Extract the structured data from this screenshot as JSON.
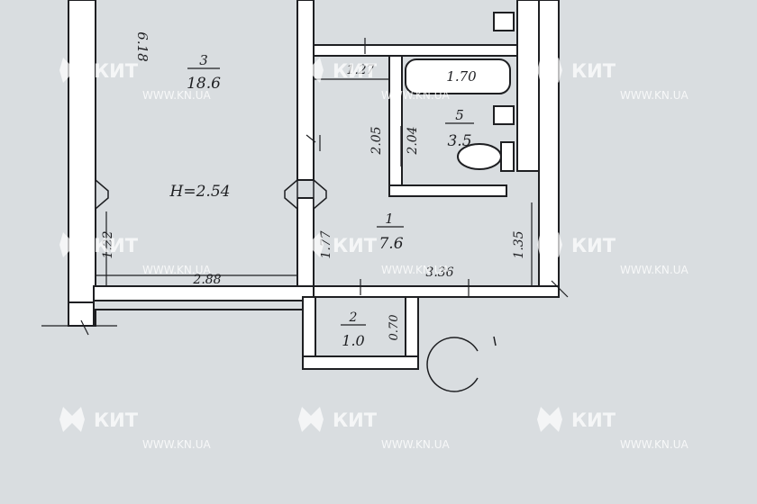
{
  "plan": {
    "rooms": [
      {
        "number": "3",
        "area": "18.6"
      },
      {
        "number": "1",
        "area": "7.6"
      },
      {
        "number": "5",
        "area": "3.5"
      },
      {
        "number": "2",
        "area": "1.0"
      }
    ],
    "height": "H=2.54",
    "dimensions": [
      "6.18",
      "1.27",
      "1.70",
      "2.05",
      "2.04",
      "1.22",
      "2.88",
      "1.77",
      "3.36",
      "1.35",
      "0.70"
    ]
  },
  "watermark": {
    "brand": "КИТ",
    "url": "WWW.KN.UA"
  },
  "colors": {
    "background": "#d9dde0",
    "ink": "#1e1f22",
    "watermark": "#ffffff"
  }
}
